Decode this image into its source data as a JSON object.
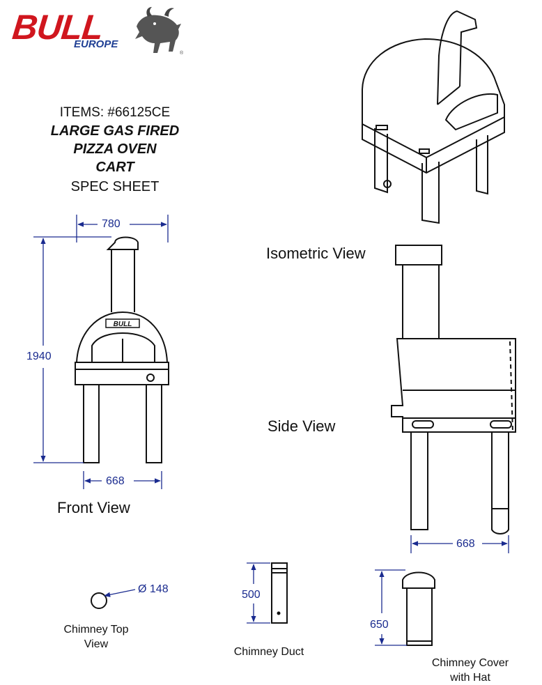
{
  "brand": {
    "name": "BULL",
    "sub": "EUROPE",
    "color": "#d0161e",
    "sub_color": "#1f3f94"
  },
  "header": {
    "items": "ITEMS: #66125CE",
    "line1": "LARGE GAS FIRED",
    "line2": "PIZZA OVEN",
    "line3": "CART",
    "line4": "SPEC SHEET"
  },
  "views": {
    "isometric": "Isometric View",
    "front": "Front View",
    "side": "Side View",
    "chimney_top": "Chimney Top",
    "chimney_top_2": "View",
    "chimney_duct": "Chimney Duct",
    "chimney_cover": "Chimney Cover",
    "chimney_cover_2": "with Hat"
  },
  "dimensions": {
    "front_width": "780",
    "front_height": "1940",
    "front_leg_span": "668",
    "side_leg_span": "668",
    "chimney_top_diameter": "Ø 148",
    "duct_height": "500",
    "cover_height": "650"
  },
  "oven_badge": "BULL",
  "dimension_color": "#1a2b8f"
}
